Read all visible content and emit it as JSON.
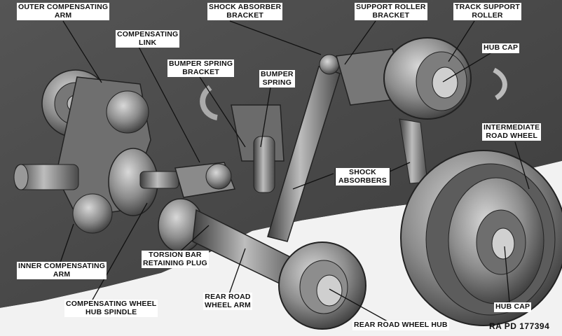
{
  "labels": {
    "outer_compensating_arm": "OUTER COMPENSATING\nARM",
    "compensating_link": "COMPENSATING\nLINK",
    "shock_absorber_bracket": "SHOCK ABSORBER\nBRACKET",
    "support_roller_bracket": "SUPPORT ROLLER\nBRACKET",
    "track_support_roller": "TRACK SUPPORT\nROLLER",
    "hub_cap_top": "HUB CAP",
    "bumper_spring_bracket": "BUMPER SPRING\nBRACKET",
    "bumper_spring": "BUMPER\nSPRING",
    "intermediate_road_wheel": "INTERMEDIATE\nROAD WHEEL",
    "shock_absorbers": "SHOCK\nABSORBERS",
    "inner_compensating_arm": "INNER COMPENSATING\nARM",
    "torsion_bar_retaining_plug": "TORSION BAR\nRETAINING PLUG",
    "compensating_wheel_hub_spindle": "COMPENSATING WHEEL\nHUB SPINDLE",
    "rear_road_wheel_arm": "REAR ROAD\nWHEEL ARM",
    "rear_road_wheel_hub": "REAR ROAD WHEEL HUB",
    "hub_cap_bottom": "HUB CAP"
  },
  "reference_number": "RA PD 177394",
  "colors": {
    "background_dark": "#4a4a4a",
    "floor": "#f2f2f2",
    "metal": "#8a8a8a",
    "leader": "#111111"
  }
}
